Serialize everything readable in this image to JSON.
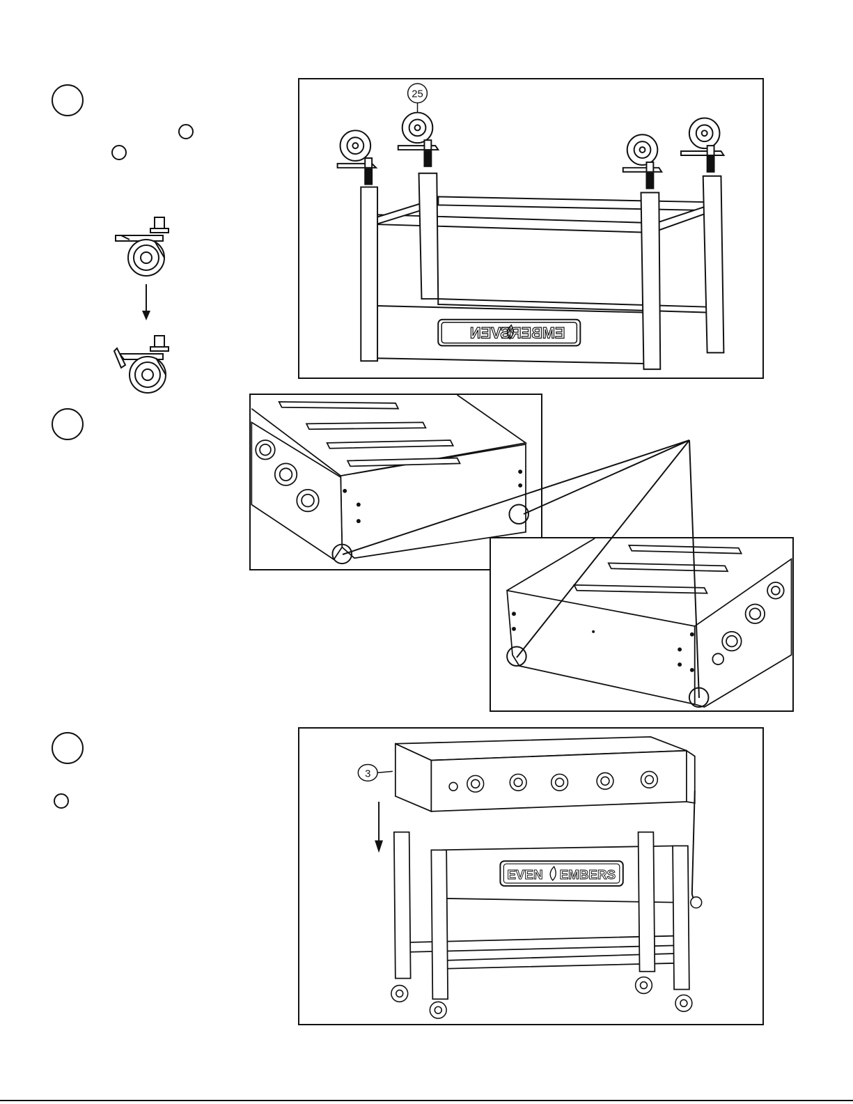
{
  "steps": {
    "step1": {
      "callout": "25"
    },
    "step3": {
      "callout": "3"
    }
  },
  "brand": {
    "logo_left": "EVEN",
    "logo_right": "EMBERS"
  },
  "colors": {
    "ink": "#111111",
    "paper": "#ffffff"
  }
}
